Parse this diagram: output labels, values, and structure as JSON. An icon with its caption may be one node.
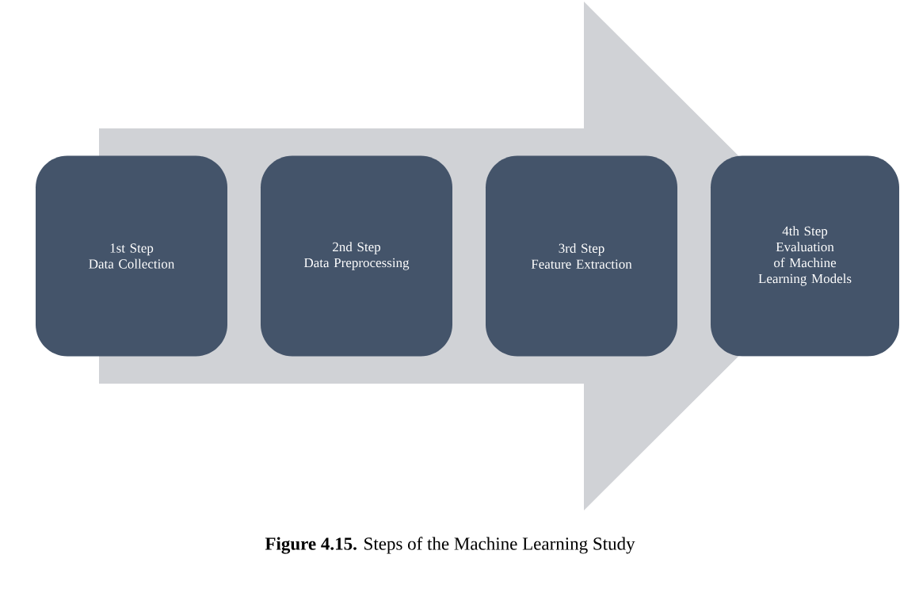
{
  "diagram": {
    "caption": "**Figure 4.15.** Steps of the Machine Learning Study",
    "nodes": [
      {
        "text": [
          "1st Step",
          "Data Collection"
        ]
      },
      {
        "text": [
          "2nd Step",
          "Data Preprocessing"
        ]
      },
      {
        "text": [
          "3rd Step",
          "Feature Extraction"
        ]
      },
      {
        "text": [
          "4th Step",
          "Evaluation of Machine Learning Models"
        ]
      }
    ],
    "edges": [
      {
        "from": 0,
        "to": 3,
        "arrow": "to"
      }
    ]
  }
}
